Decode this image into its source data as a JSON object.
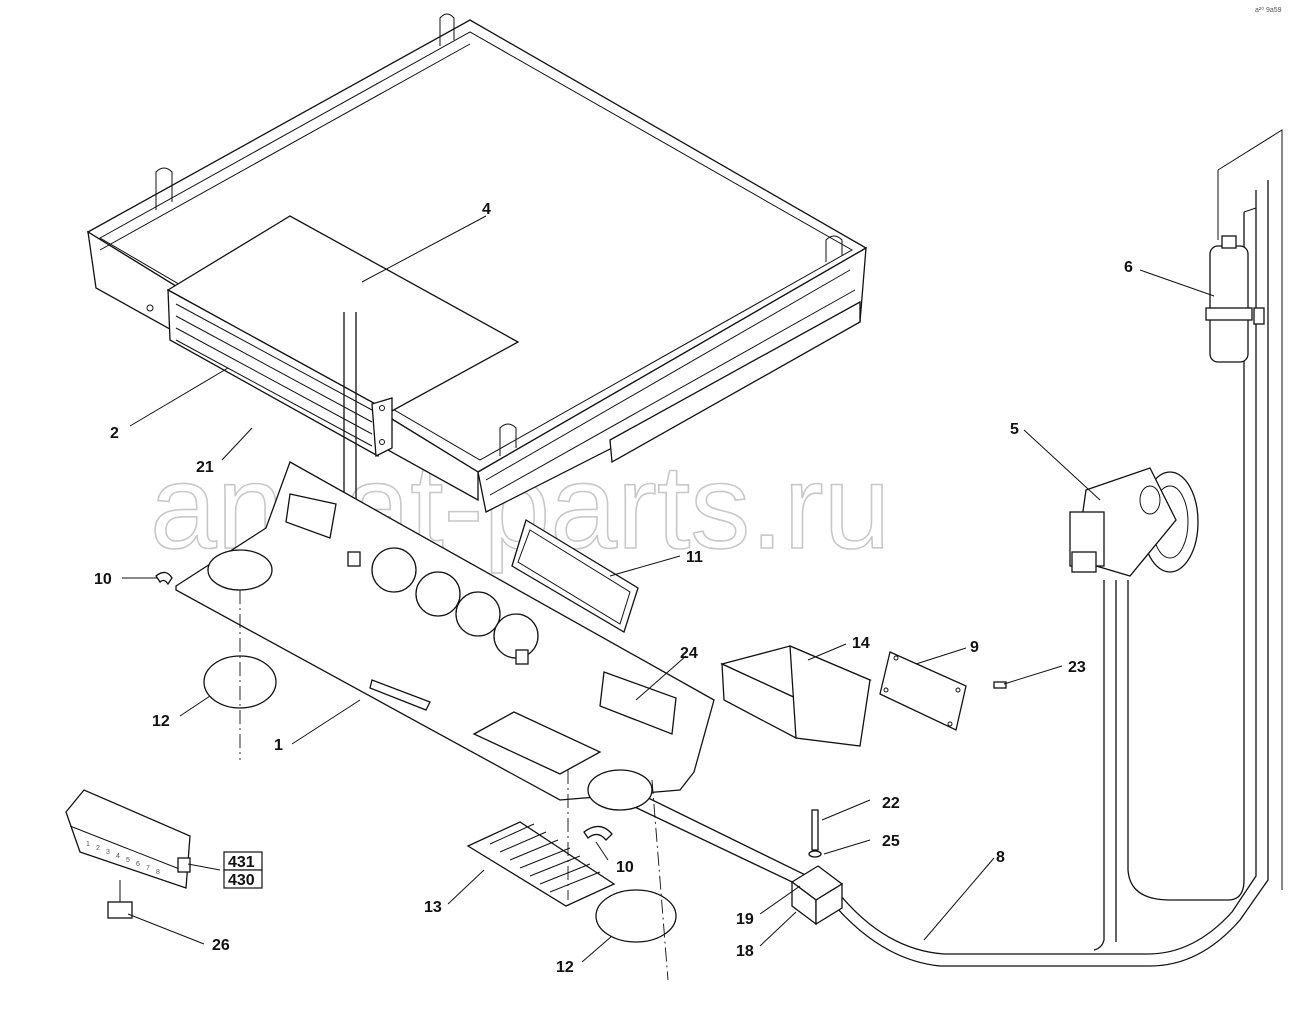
{
  "watermark": "ansat-parts.ru",
  "corner_stamp": "a²⁰ 9a59",
  "callouts": {
    "c1": "1",
    "c2": "2",
    "c4": "4",
    "c5": "5",
    "c6": "6",
    "c8": "8",
    "c9": "9",
    "c10a": "10",
    "c10b": "10",
    "c11": "11",
    "c12a": "12",
    "c12b": "12",
    "c13": "13",
    "c14": "14",
    "c18": "18",
    "c19": "19",
    "c21": "21",
    "c22": "22",
    "c23": "23",
    "c24": "24",
    "c25": "25",
    "c26": "26"
  },
  "ref_boxes": {
    "r431": "431",
    "r430": "430"
  },
  "fuse_numbers": [
    "1",
    "2",
    "3",
    "4",
    "5",
    "6",
    "7",
    "8"
  ]
}
